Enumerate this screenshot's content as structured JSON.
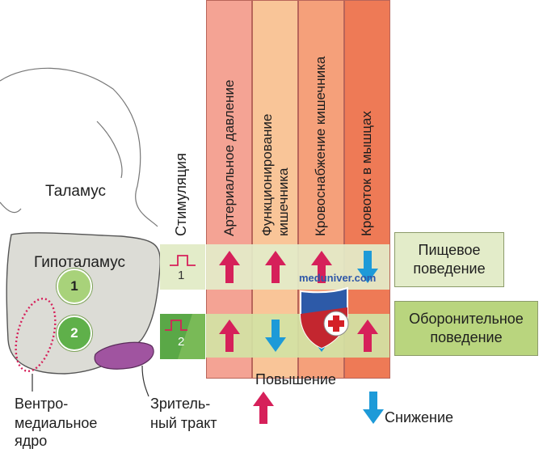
{
  "labels": {
    "thalamus": "Таламус",
    "hypothalamus": "Гипоталамус",
    "stimulation": "Стимуляция",
    "vmn_line1": "Вентро-",
    "vmn_line2": "медиальное",
    "vmn_line3": "ядро",
    "optic_line1": "Зритель-",
    "optic_line2": "ный тракт",
    "feeding_line1": "Пищевое",
    "feeding_line2": "поведение",
    "defense_line1": "Оборонительное",
    "defense_line2": "поведение",
    "increase": "Повышение",
    "decrease": "Снижение",
    "watermark": "meduniver.com"
  },
  "nuclei": [
    "1",
    "2"
  ],
  "stim_numbers": [
    "1",
    "2"
  ],
  "columns": [
    {
      "lines": [
        "Артериальное давление"
      ],
      "color": "#f4a394"
    },
    {
      "lines": [
        "Функционирование",
        "кишечника"
      ],
      "color": "#f9c598"
    },
    {
      "lines": [
        "Кровоснабжение кишечника"
      ],
      "color": "#f5a07a"
    },
    {
      "lines": [
        "Кровоток в мышцах"
      ],
      "color": "#ee7a56"
    }
  ],
  "effects": {
    "feeding": [
      "up",
      "up",
      "up",
      "down"
    ],
    "defense": [
      "up",
      "down",
      "down",
      "up"
    ]
  },
  "colors": {
    "increase": "#d6205a",
    "decrease": "#1d9ad8",
    "hypothalamus_fill": "#dcdcd6",
    "nucleus_fill": "#a8d27a",
    "nucleus2_fill": "#5fb04a",
    "optic_tract": "#a054a0"
  }
}
